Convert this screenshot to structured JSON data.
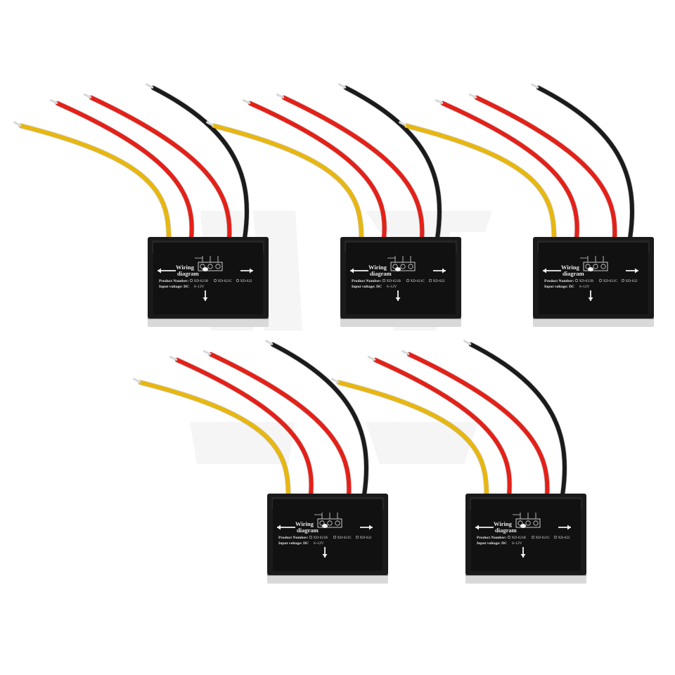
{
  "image": {
    "description_items": [
      "five touch-sensor switch modules with wires"
    ],
    "colors": {
      "background": "#ffffff",
      "module_body": "#1a1a1a",
      "module_face": "#111111",
      "module_base": "#d9d9d9",
      "wire_yellow": "#e8b70f",
      "wire_red": "#e32119",
      "wire_black": "#1b1b1b",
      "watermark": "#eeeeee"
    }
  },
  "modules": [
    {
      "wiring_label": "Wiring",
      "diagram_label": "diagram",
      "product_number_label": "Product Number:",
      "options": [
        "XD-621B",
        "XD-621C",
        "XD-622"
      ],
      "input_voltage_label": "Input voltage: DC",
      "input_voltage_value": "6~12V"
    },
    {
      "wiring_label": "Wiring",
      "diagram_label": "diagram",
      "product_number_label": "Product Number:",
      "options": [
        "XD-621B",
        "XD-621C",
        "XD-622"
      ],
      "input_voltage_label": "Input voltage: DC",
      "input_voltage_value": "6~12V"
    },
    {
      "wiring_label": "Wiring",
      "diagram_label": "diagram",
      "product_number_label": "Product Number:",
      "options": [
        "XD-621B",
        "XD-621C",
        "XD-622"
      ],
      "input_voltage_label": "Input voltage: DC",
      "input_voltage_value": "6~12V"
    },
    {
      "wiring_label": "Wiring",
      "diagram_label": "diagram",
      "product_number_label": "Product Number:",
      "options": [
        "XD-621B",
        "XD-621C",
        "XD-622"
      ],
      "input_voltage_label": "Input voltage: DC",
      "input_voltage_value": "6~12V"
    },
    {
      "wiring_label": "Wiring",
      "diagram_label": "diagram",
      "product_number_label": "Product Number:",
      "options": [
        "XD-621B",
        "XD-621C",
        "XD-622"
      ],
      "input_voltage_label": "Input voltage: DC",
      "input_voltage_value": "6~12V"
    }
  ]
}
